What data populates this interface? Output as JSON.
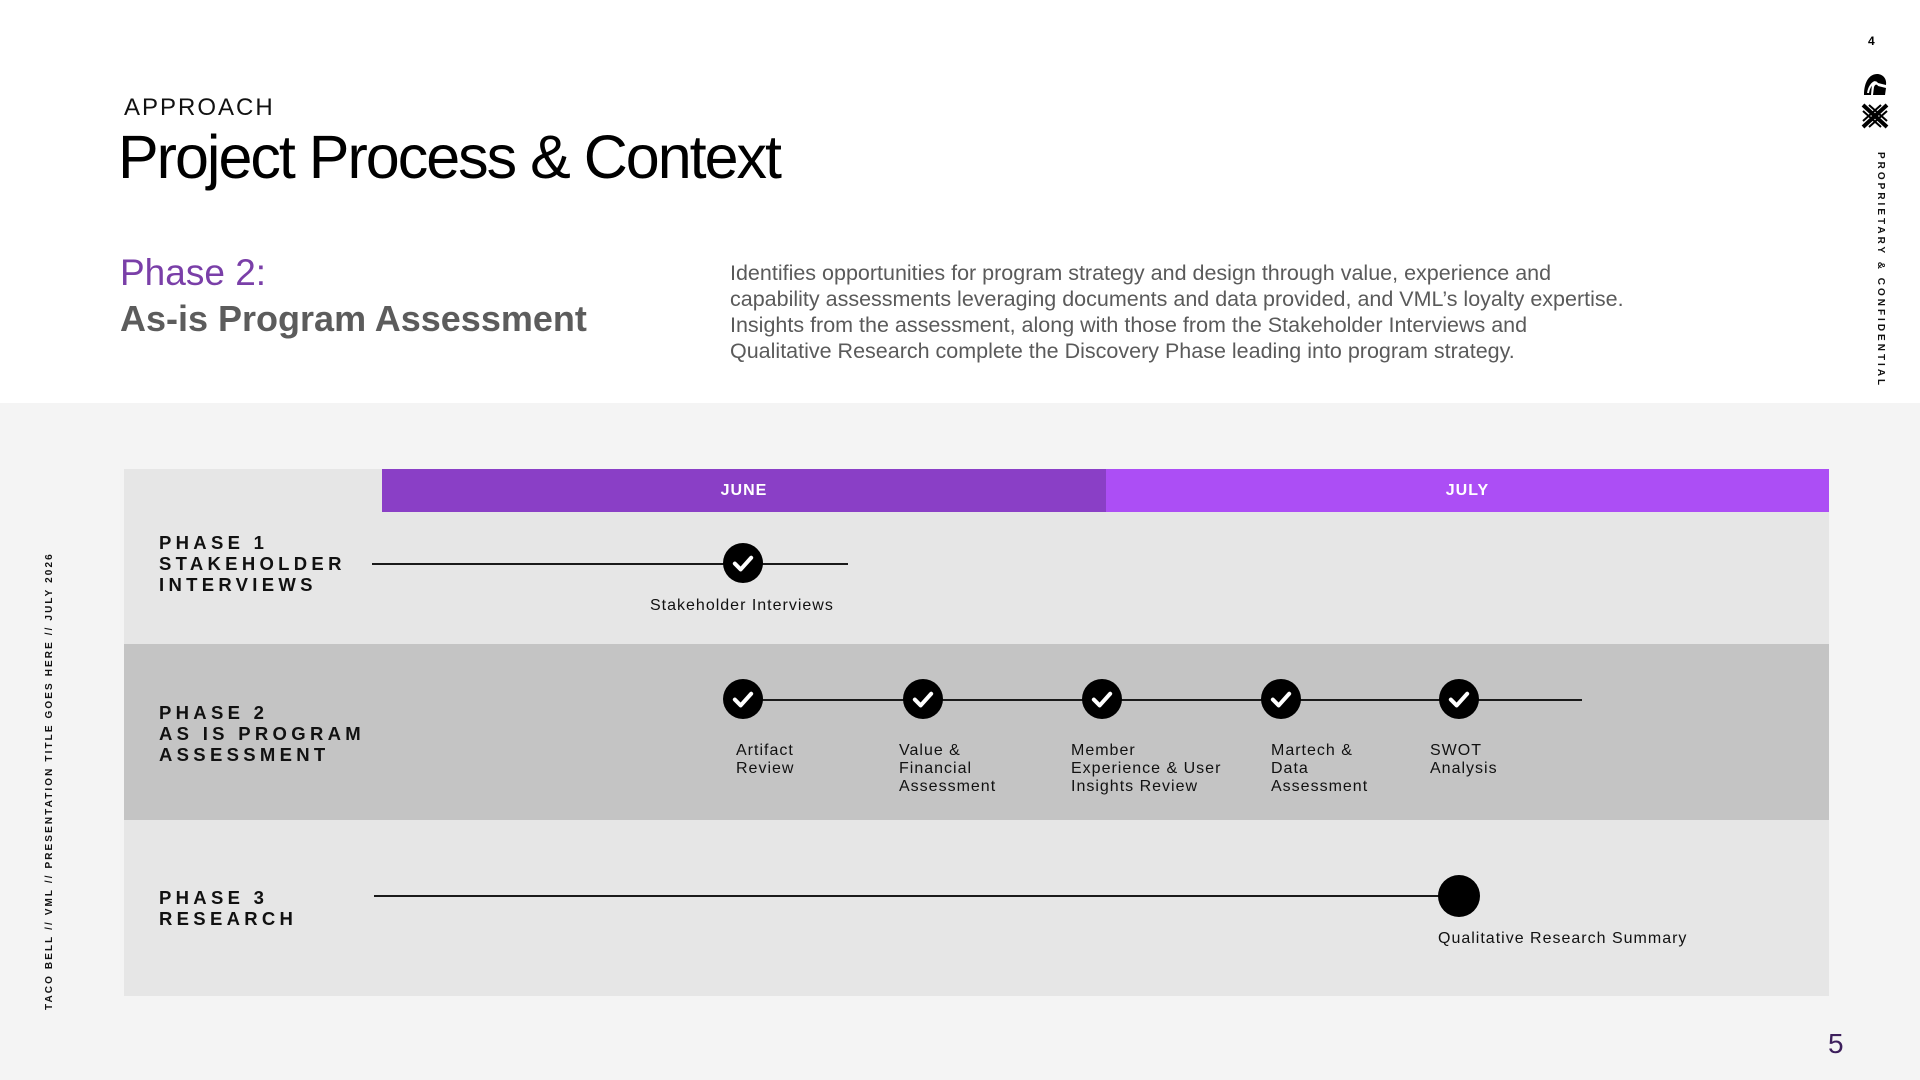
{
  "header": {
    "eyebrow": "APPROACH",
    "title": "Project Process & Context",
    "phase_number": "Phase 2:",
    "phase_name": "As-is Program Assessment",
    "description_lines": [
      "Identifies opportunities for program strategy and design through value, experience and",
      "capability assessments leveraging documents and data provided, and VML’s loyalty expertise.",
      "Insights from the assessment, along with those from the Stakeholder Interviews and",
      "Qualitative Research complete the Discovery Phase leading into program strategy."
    ]
  },
  "side": {
    "corner_page": "4",
    "right_vertical": "PROPRIETARY & CONFIDENTIAL",
    "left_vertical": "TACO BELL // VML // PRESENTATION TITLE GOES HERE // JULY 2026",
    "page_number": "5",
    "icons": [
      "taco-bell-logo-icon",
      "vml-x-logo-icon"
    ]
  },
  "timeline": {
    "months": [
      "JUNE",
      "JULY"
    ],
    "colors": {
      "june": "#8a3fc6",
      "july": "#ac4ef5",
      "phase_title": "#7a3fa8"
    },
    "phase1": {
      "label_lines": [
        "PHASE 1",
        "STAKEHOLDER",
        "INTERVIEWS"
      ],
      "milestone": "Stakeholder Interviews"
    },
    "phase2": {
      "label_lines": [
        "PHASE 2",
        "AS IS PROGRAM",
        "ASSESSMENT"
      ],
      "milestones": [
        [
          "Artifact",
          "Review"
        ],
        [
          "Value &",
          "Financial",
          "Assessment"
        ],
        [
          "Member",
          "Experience & User",
          "Insights Review"
        ],
        [
          "Martech &",
          "Data",
          "Assessment"
        ],
        [
          "SWOT",
          "Analysis"
        ]
      ]
    },
    "phase3": {
      "label_lines": [
        "PHASE 3",
        "RESEARCH"
      ],
      "milestone": "Qualitative Research Summary"
    }
  }
}
